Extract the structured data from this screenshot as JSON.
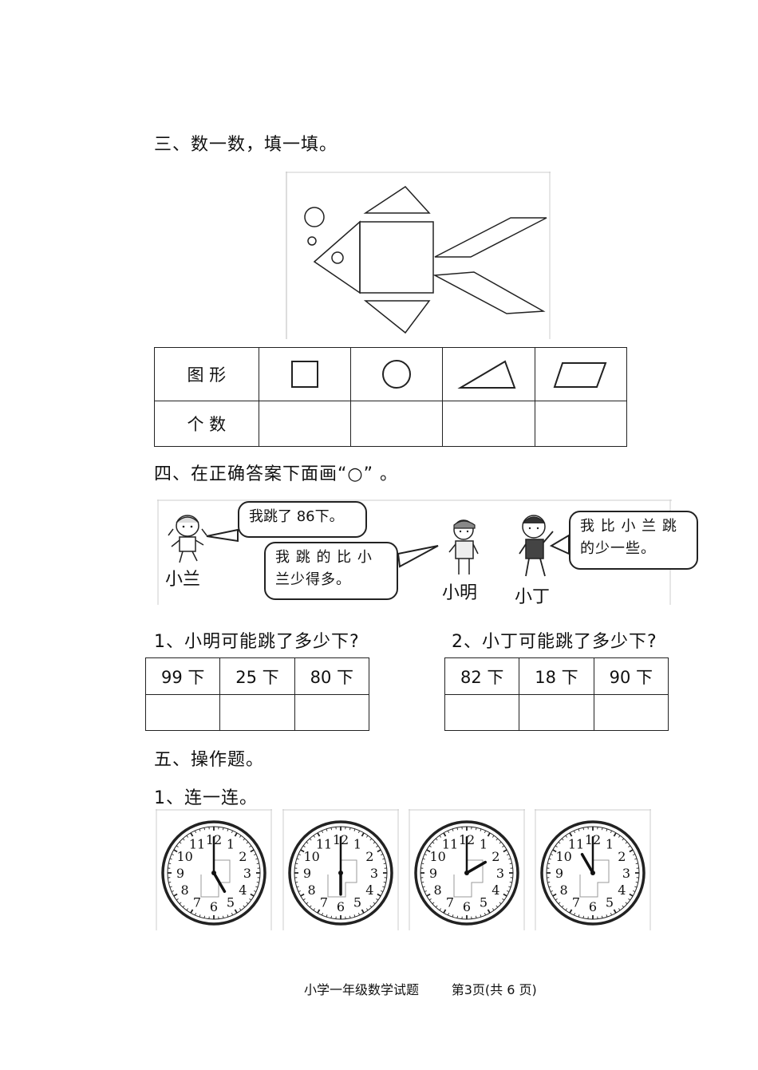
{
  "section3": {
    "heading": "三、数一数，填一填。"
  },
  "shape_table": {
    "row1_label": "图 形",
    "row2_label": "个 数",
    "shapes": [
      "square-icon",
      "circle-icon",
      "triangle-icon",
      "parallelogram-icon"
    ]
  },
  "section4": {
    "heading": "四、在正确答案下面画“○”  。",
    "bubble_xiaolan": "我跳了 86下。",
    "bubble_xiaoming": "我 跳 的 比 小 兰少得多。",
    "bubble_xiaoding": "我 比 小 兰 跳 的少一些。",
    "name_xiaolan": "小兰",
    "name_xiaoming": "小明",
    "name_xiaoding": "小丁"
  },
  "q1": {
    "question": "1、小明可能跳了多少下?",
    "options": [
      "99 下",
      "25 下",
      "80 下"
    ]
  },
  "q2": {
    "question": "2、小丁可能跳了多少下?",
    "options": [
      "82 下",
      "18 下",
      "90 下"
    ]
  },
  "section5": {
    "heading": "五、操作题。",
    "sub": "1、连一连。"
  },
  "clocks": [
    {
      "hour": 5,
      "minute": 0
    },
    {
      "hour": 6,
      "minute": 0
    },
    {
      "hour": 2,
      "minute": 0
    },
    {
      "hour": 11,
      "minute": 0
    }
  ],
  "footer": {
    "text": "小学一年级数学试题        第3页(共 6 页)"
  }
}
